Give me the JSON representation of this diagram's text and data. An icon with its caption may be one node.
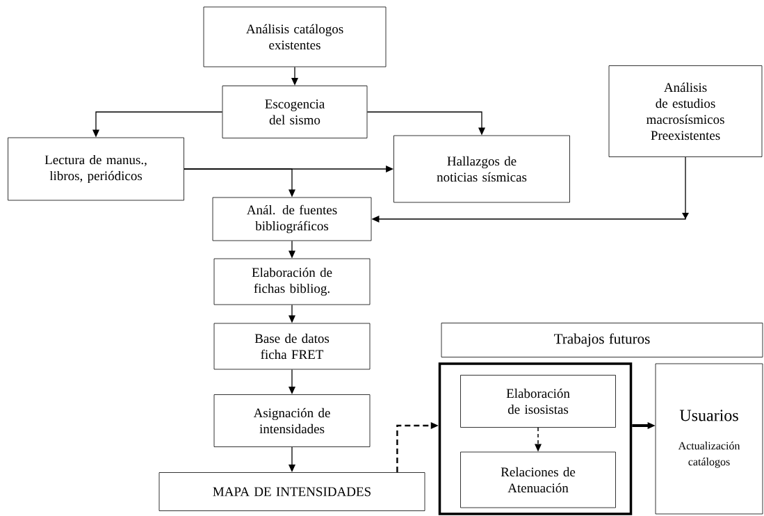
{
  "diagram": {
    "nodes": [
      {
        "text": [
          "Análisis catálogos existentes"
        ]
      },
      {
        "text": [
          "Escogencia del sismo"
        ]
      },
      {
        "text": [
          "Lectura de manus., libros, periódicos"
        ]
      },
      {
        "text": [
          "Hallazgos de noticias sísmicas"
        ]
      },
      {
        "text": [
          "Análisis de estudios macrosísmicos Preexistentes"
        ]
      },
      {
        "text": [
          "Anál. de fuentes bibliográficos"
        ]
      },
      {
        "text": [
          "Elaboración de fichas bibliog."
        ]
      },
      {
        "text": [
          "Base de datos ficha FRET"
        ]
      },
      {
        "text": [
          "Asignación de intensidades"
        ]
      },
      {
        "text": [
          "MAPA DE INTENSIDADES"
        ]
      },
      {
        "text": [
          "Trabajos futuros"
        ]
      },
      {
        "text": [],
        "shape": "box"
      },
      {
        "text": [
          "Elaboración de isosistas"
        ],
        "in": 11
      },
      {
        "text": [
          "Relaciones de Atenuación"
        ],
        "in": 11
      },
      {
        "text": [
          "Usuarios",
          "Actualización catálogos"
        ]
      }
    ],
    "edges": [
      {
        "from": 0,
        "to": 1,
        "arrow": "to"
      },
      {
        "from": 1,
        "to": 2,
        "arrow": "to"
      },
      {
        "from": 1,
        "to": 3,
        "arrow": "to"
      },
      {
        "from": 2,
        "to": 3,
        "arrow": "to"
      },
      {
        "from": 2,
        "to": 5,
        "arrow": "to"
      },
      {
        "from": 4,
        "to": 5,
        "arrow": "to"
      },
      {
        "from": 5,
        "to": 6,
        "arrow": "to"
      },
      {
        "from": 6,
        "to": 7,
        "arrow": "to"
      },
      {
        "from": 7,
        "to": 8,
        "arrow": "to"
      },
      {
        "from": 8,
        "to": 9,
        "arrow": "to"
      },
      {
        "from": 9,
        "to": 11,
        "arrow": "to",
        "style": "dashed"
      },
      {
        "from": 12,
        "to": 13,
        "arrow": "to",
        "style": "dashed"
      },
      {
        "from": 11,
        "to": 14,
        "arrow": "to",
        "style": "thick"
      }
    ]
  }
}
